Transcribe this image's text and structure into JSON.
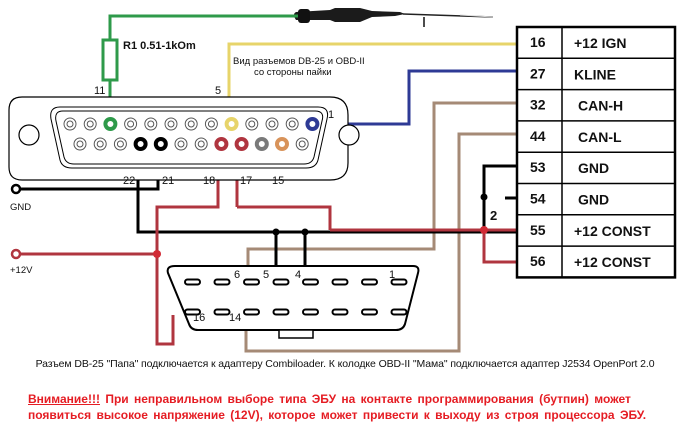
{
  "colors": {
    "green": "#2e9a4a",
    "yellow": "#e7d46a",
    "blue": "#2e3a95",
    "brown": "#a58a76",
    "red": "#b0353f",
    "black": "#000000",
    "gray_pin": "#7a7a7a",
    "orange_pin": "#d8935a",
    "warning_red": "#e51c23"
  },
  "resistor": {
    "label": "R1 0.51-1kOm"
  },
  "view_note": {
    "line1": "Вид разъемов DB-25 и OBD-II",
    "line2": "со стороны пайки"
  },
  "db25": {
    "name": "DB-25",
    "pin_labels": {
      "p11": "11",
      "p5": "5",
      "p1": "1",
      "p22": "22",
      "p21": "21",
      "p18": "18",
      "p17": "17",
      "p15": "15"
    }
  },
  "obd2": {
    "name": "OBD-II",
    "pin_labels": {
      "p6": "6",
      "p5": "5",
      "p4": "4",
      "p1": "1",
      "p16": "16",
      "p14": "14"
    }
  },
  "terminals": {
    "gnd": "GND",
    "plus12v": "+12V"
  },
  "junction_label": "2",
  "ecu_table": {
    "rows": [
      {
        "pin": "16",
        "name": "+12 IGN"
      },
      {
        "pin": "27",
        "name": "KLINE"
      },
      {
        "pin": "32",
        "name": "CAN-H"
      },
      {
        "pin": "44",
        "name": "CAN-L"
      },
      {
        "pin": "53",
        "name": "GND"
      },
      {
        "pin": "54",
        "name": "GND"
      },
      {
        "pin": "55",
        "name": "+12 CONST"
      },
      {
        "pin": "56",
        "name": "+12 CONST"
      }
    ]
  },
  "caption": "Разъем DB-25 \"Папа\" подключается к адаптеру Combiloader.  К колодке OBD-II \"Мама\" подключается адаптер J2534 OpenPort 2.0",
  "warning": {
    "attention": "Внимание!!!",
    "text": " При  неправильном  выборе  типа  ЭБУ  на  контакте программирования (бутпин)  может появиться  высокое  напряжение (12V),  которое может привести к выходу из строя процессора ЭБУ."
  }
}
